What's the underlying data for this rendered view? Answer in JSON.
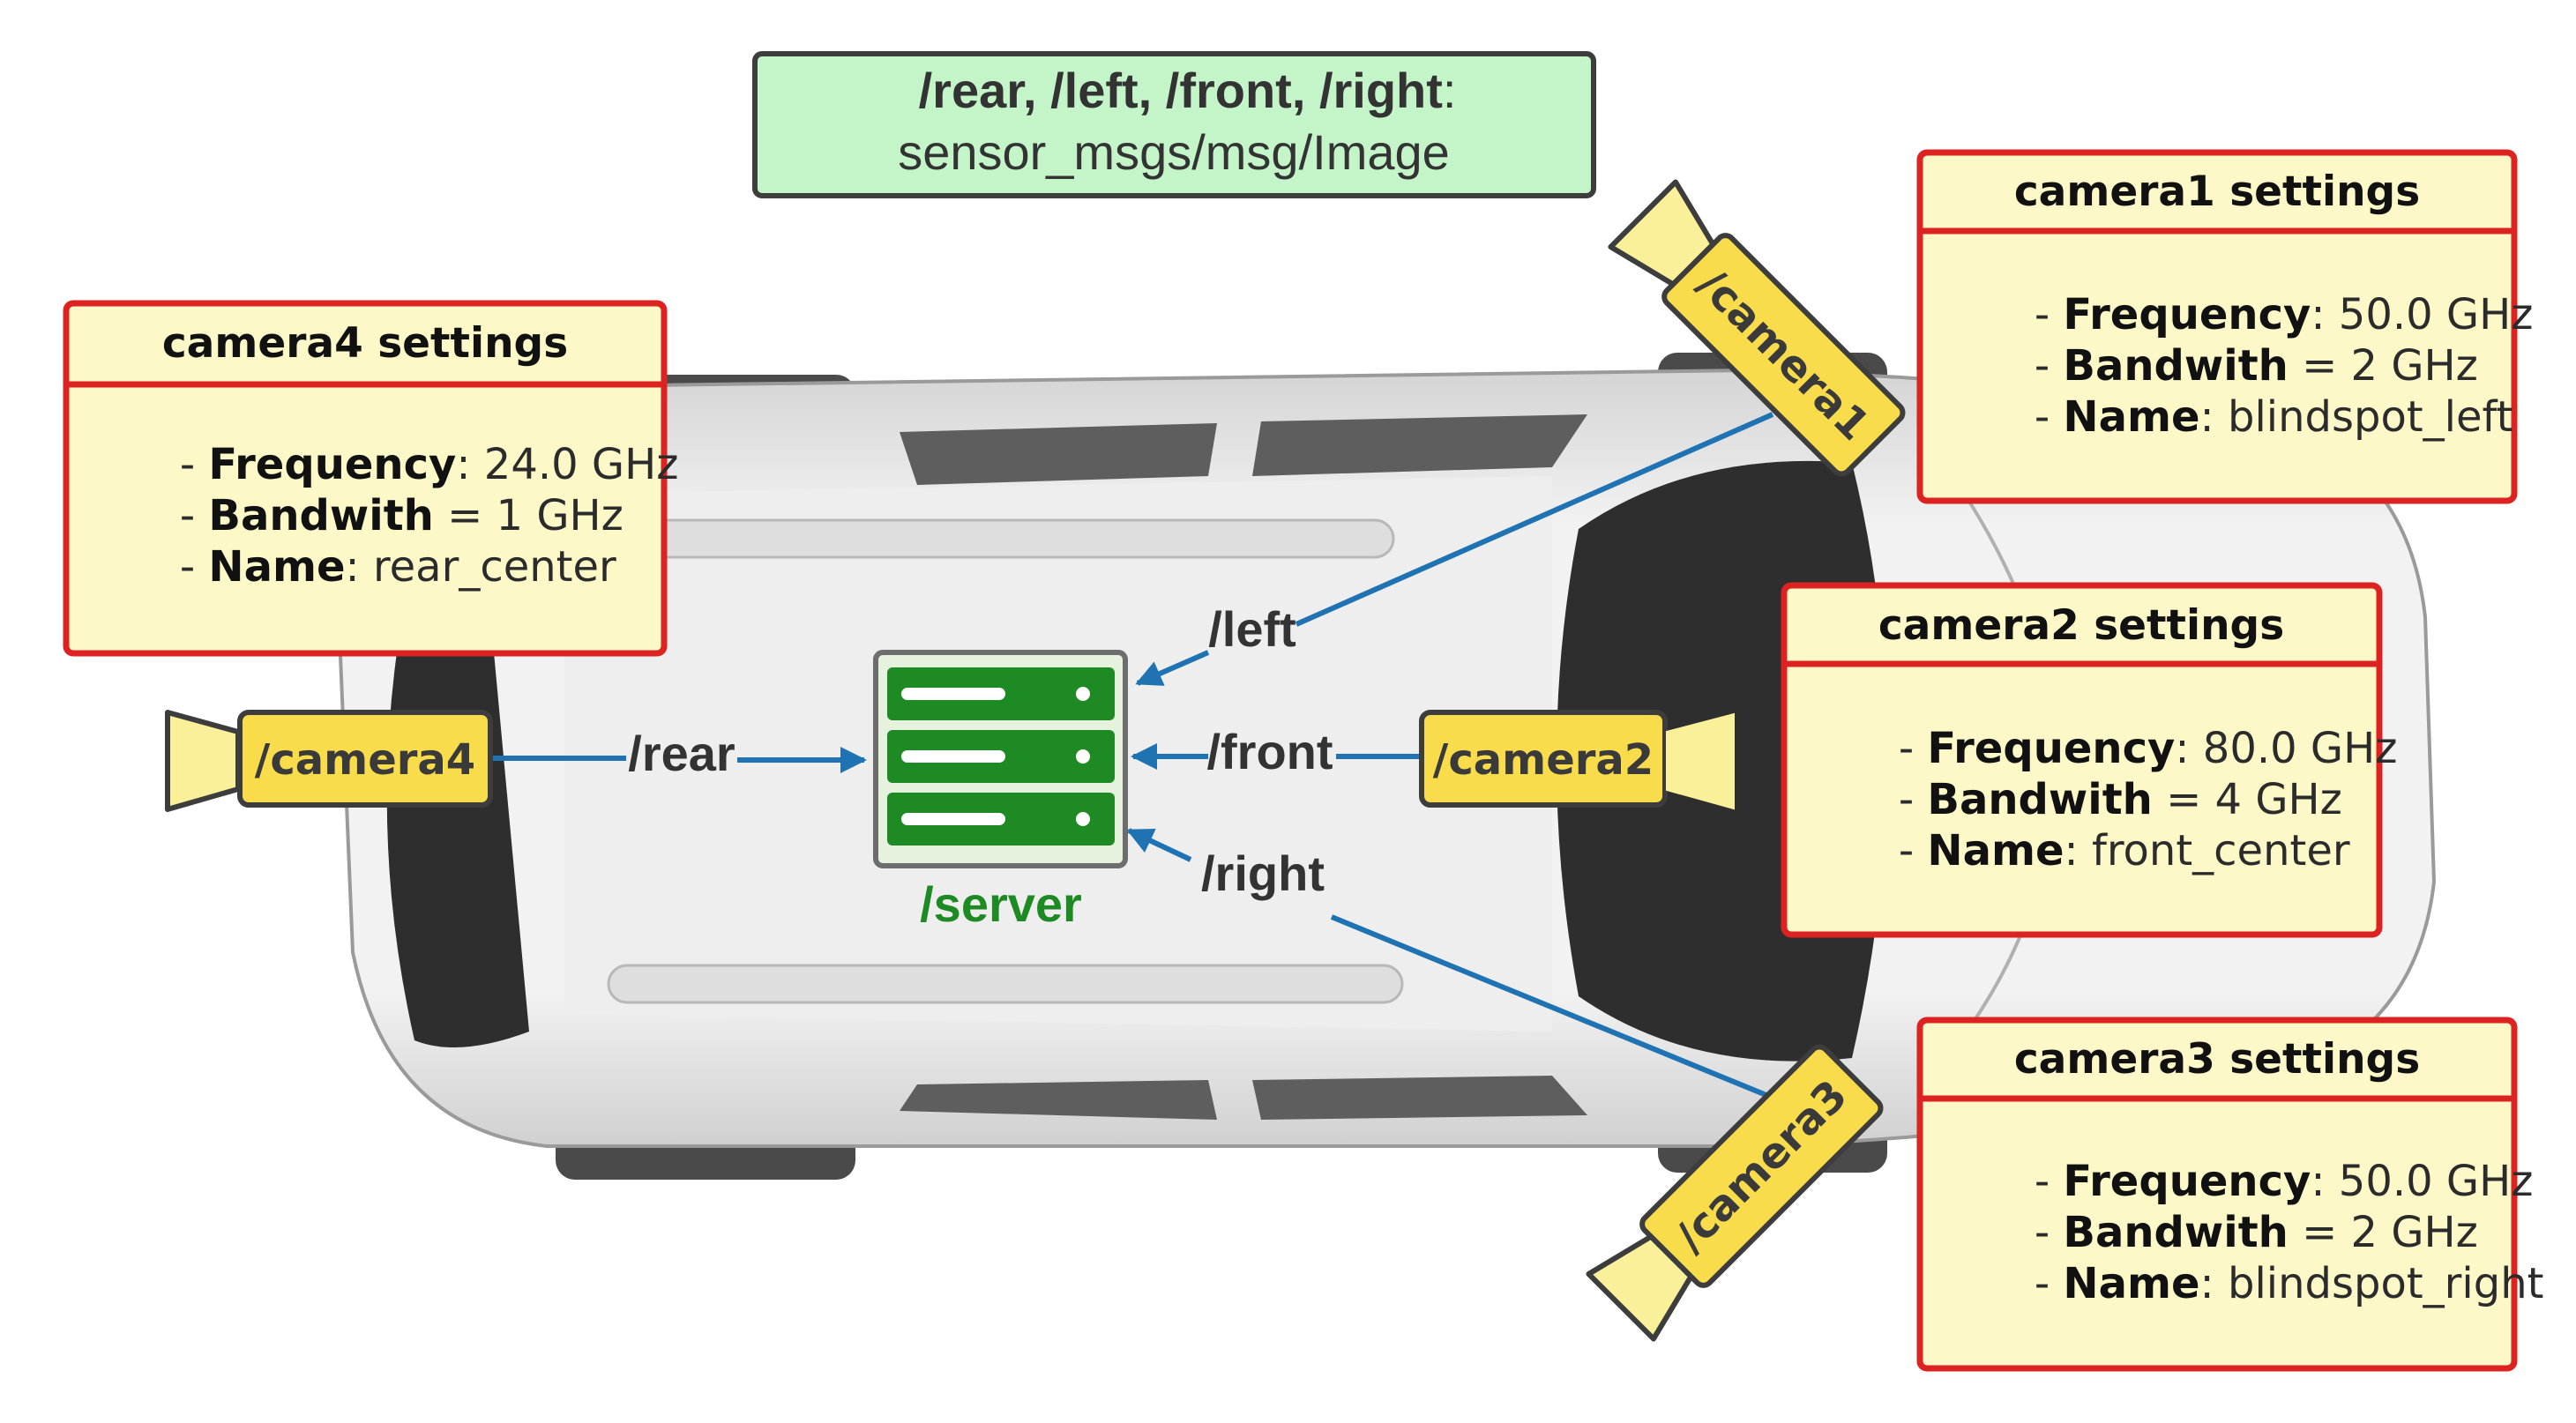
{
  "message_box": {
    "topics": "/rear, /left, /front, /right",
    "colon": ":",
    "type": "sensor_msgs/msg/Image",
    "fill": "#c4f5c8"
  },
  "server": {
    "label": "/server",
    "color": "#1e8a24"
  },
  "topics": {
    "rear": "/rear",
    "left": "/left",
    "front": "/front",
    "right": "/right"
  },
  "cameras": {
    "camera1": "/camera1",
    "camera2": "/camera2",
    "camera3": "/camera3",
    "camera4": "/camera4"
  },
  "settings": {
    "camera1": {
      "title": "camera1 settings",
      "frequency_key": "Frequency",
      "frequency_sep": ": ",
      "frequency_value": "50.0 GHz",
      "bandwidth_key": "Bandwith",
      "bandwidth_sep": " = ",
      "bandwidth_value": "2 GHz",
      "name_key": "Name",
      "name_sep": ": ",
      "name_value": "blindspot_left"
    },
    "camera2": {
      "title": "camera2 settings",
      "frequency_key": "Frequency",
      "frequency_sep": ": ",
      "frequency_value": "80.0 GHz",
      "bandwidth_key": "Bandwith",
      "bandwidth_sep": " = ",
      "bandwidth_value": "4 GHz",
      "name_key": "Name",
      "name_sep": ": ",
      "name_value": "front_center"
    },
    "camera3": {
      "title": "camera3 settings",
      "frequency_key": "Frequency",
      "frequency_sep": ": ",
      "frequency_value": "50.0 GHz",
      "bandwidth_key": "Bandwith",
      "bandwidth_sep": " = ",
      "bandwidth_value": "2 GHz",
      "name_key": "Name",
      "name_sep": ": ",
      "name_value": "blindspot_right"
    },
    "camera4": {
      "title": "camera4 settings",
      "frequency_key": "Frequency",
      "frequency_sep": ": ",
      "frequency_value": "24.0 GHz",
      "bandwidth_key": "Bandwith",
      "bandwidth_sep": " = ",
      "bandwidth_value": "1 GHz",
      "name_key": "Name",
      "name_sep": ": ",
      "name_value": "rear_center"
    }
  },
  "line_prefix": "- ",
  "colors": {
    "arrow": "#1f73b3",
    "settings_border": "#dd2222",
    "settings_fill": "#fdf8c8",
    "camera_fill": "#f8dc4c",
    "camera_cone": "#fbf09a",
    "car_body": "#ececec",
    "car_glass": "#2e2e2e"
  },
  "icons": {
    "server": "server-rack-icon",
    "camera": "video-camera-icon",
    "car": "car-top-view-icon"
  }
}
